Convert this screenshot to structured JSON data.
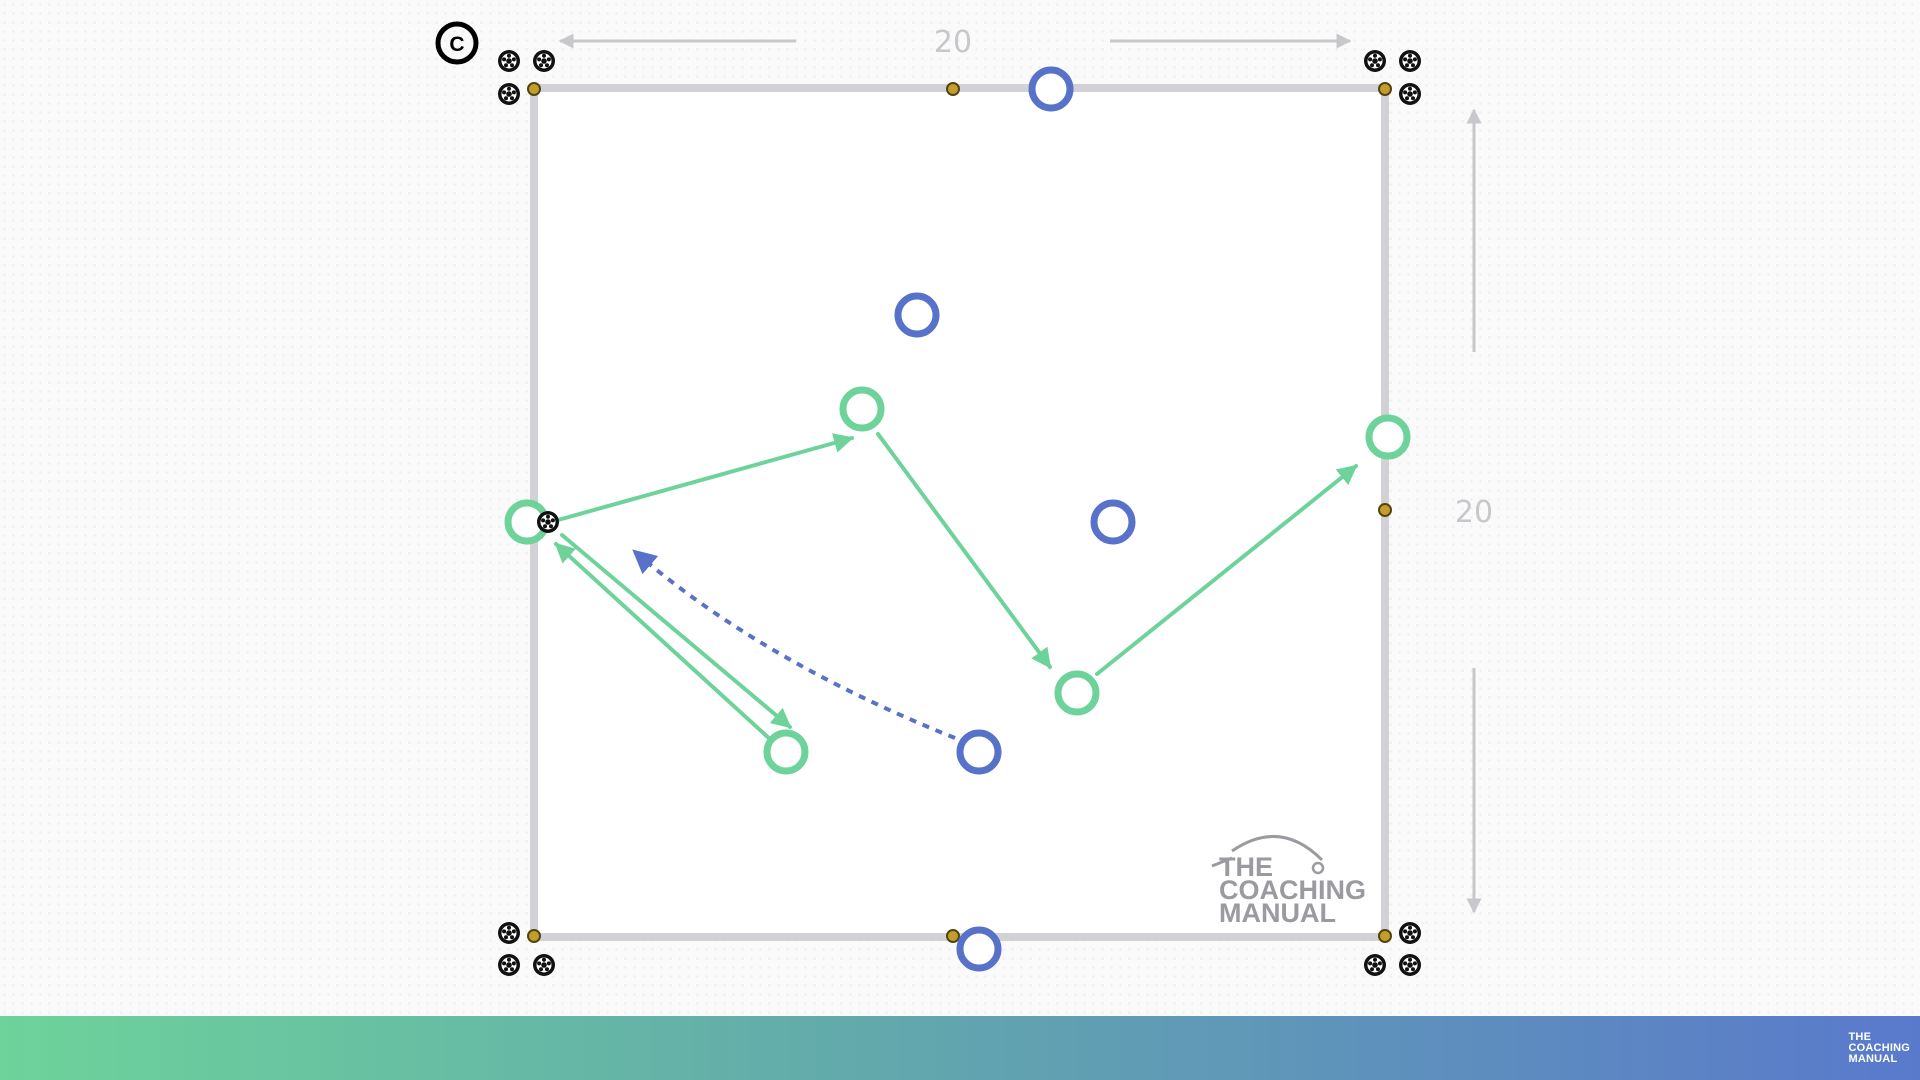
{
  "diagram": {
    "dimensions": {
      "top": "20",
      "right": "20"
    },
    "watermark": {
      "line1": "THE",
      "line2": "COACHING",
      "line3": "MANUAL"
    },
    "copyright_symbol": "C",
    "colors": {
      "team_green": "#6dd39a",
      "team_blue": "#5872c9",
      "cone": "#c29f2c",
      "boundary": "#d2d2d6",
      "ball": "#111111",
      "bar_start": "#6dd39a",
      "bar_end": "#5a79cc"
    },
    "legend_note": ""
  },
  "footer": {
    "logo": {
      "line1": "THE",
      "line2": "COACHING",
      "line3": "MANUAL"
    }
  }
}
